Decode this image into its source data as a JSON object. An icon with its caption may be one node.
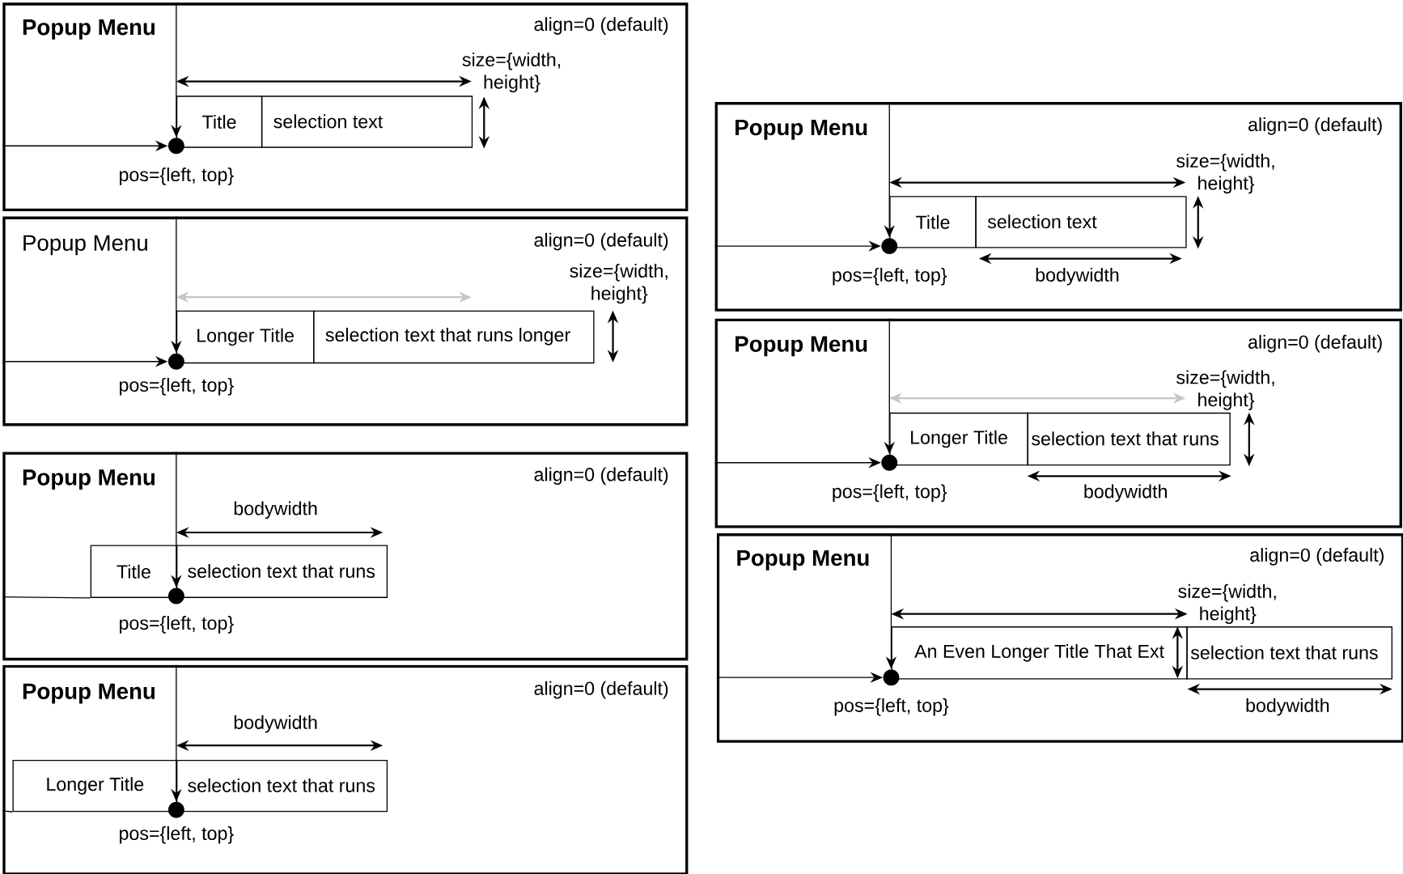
{
  "diagram": {
    "nodes": [
      {
        "text": [
          "Popup Menu",
          "align=0 (default)"
        ]
      },
      {
        "text": [
          "Title"
        ],
        "in": 0
      },
      {
        "text": [
          "selection text"
        ],
        "in": 0
      },
      {
        "text": [],
        "shape": "circle",
        "in": 0
      },
      {
        "text": [
          "Popup Menu",
          "align=0 (default)"
        ]
      },
      {
        "text": [
          "Longer Title"
        ],
        "in": 4
      },
      {
        "text": [
          "selection text that runs longer"
        ],
        "in": 4
      },
      {
        "text": [],
        "shape": "circle",
        "in": 4
      },
      {
        "text": [
          "Popup Menu",
          "align=0 (default)"
        ]
      },
      {
        "text": [
          "Title"
        ],
        "in": 8
      },
      {
        "text": [
          "selection text that runs"
        ],
        "in": 8
      },
      {
        "text": [],
        "shape": "circle",
        "in": 8
      },
      {
        "text": [
          "Popup Menu",
          "align=0 (default)"
        ]
      },
      {
        "text": [
          "Longer Title"
        ],
        "in": 12
      },
      {
        "text": [
          "selection text that runs"
        ],
        "in": 12
      },
      {
        "text": [],
        "shape": "circle",
        "in": 12
      },
      {
        "text": [
          "Popup Menu",
          "align=0 (default)"
        ]
      },
      {
        "text": [
          "Title"
        ],
        "in": 16
      },
      {
        "text": [
          "selection text"
        ],
        "in": 16
      },
      {
        "text": [],
        "shape": "circle",
        "in": 16
      },
      {
        "text": [
          "Popup Menu",
          "align=0 (default)"
        ]
      },
      {
        "text": [
          "Longer Title"
        ],
        "in": 20
      },
      {
        "text": [
          "selection text that runs"
        ],
        "in": 20
      },
      {
        "text": [],
        "shape": "circle",
        "in": 20
      },
      {
        "text": [
          "Popup Menu",
          "align=0 (default)"
        ]
      },
      {
        "text": [
          "An Even Longer Title That Ext"
        ],
        "in": 24
      },
      {
        "text": [
          "selection text that runs"
        ],
        "in": 24
      },
      {
        "text": [],
        "shape": "circle",
        "in": 24
      }
    ],
    "edges": [
      {
        "from": null,
        "to": 3,
        "arrow": "to"
      },
      {
        "from": null,
        "to": 3,
        "arrow": "to"
      },
      {
        "from": null,
        "to": 7,
        "arrow": "to"
      },
      {
        "from": null,
        "to": 7,
        "arrow": "to"
      },
      {
        "from": null,
        "to": 11,
        "arrow": "to"
      },
      {
        "from": null,
        "to": 9,
        "arrow": "none"
      },
      {
        "from": null,
        "to": 15,
        "arrow": "to"
      },
      {
        "from": null,
        "to": 13,
        "arrow": "none"
      },
      {
        "from": null,
        "to": 19,
        "arrow": "to"
      },
      {
        "from": null,
        "to": 19,
        "arrow": "to"
      },
      {
        "from": null,
        "to": 23,
        "arrow": "to"
      },
      {
        "from": null,
        "to": 23,
        "arrow": "to"
      },
      {
        "from": null,
        "to": 27,
        "arrow": "to"
      },
      {
        "from": null,
        "to": 27,
        "arrow": "to"
      }
    ],
    "labels": [
      "size={width, height}",
      "pos={left, top}",
      "size={width, height}",
      "pos={left, top}",
      "bodywidth",
      "pos={left, top}",
      "bodywidth",
      "pos={left, top}",
      "size={width, height}",
      "bodywidth",
      "pos={left, top}",
      "size={width, height}",
      "bodywidth",
      "pos={left, top}",
      "size={width, height}",
      "bodywidth",
      "pos={left, top}"
    ]
  }
}
